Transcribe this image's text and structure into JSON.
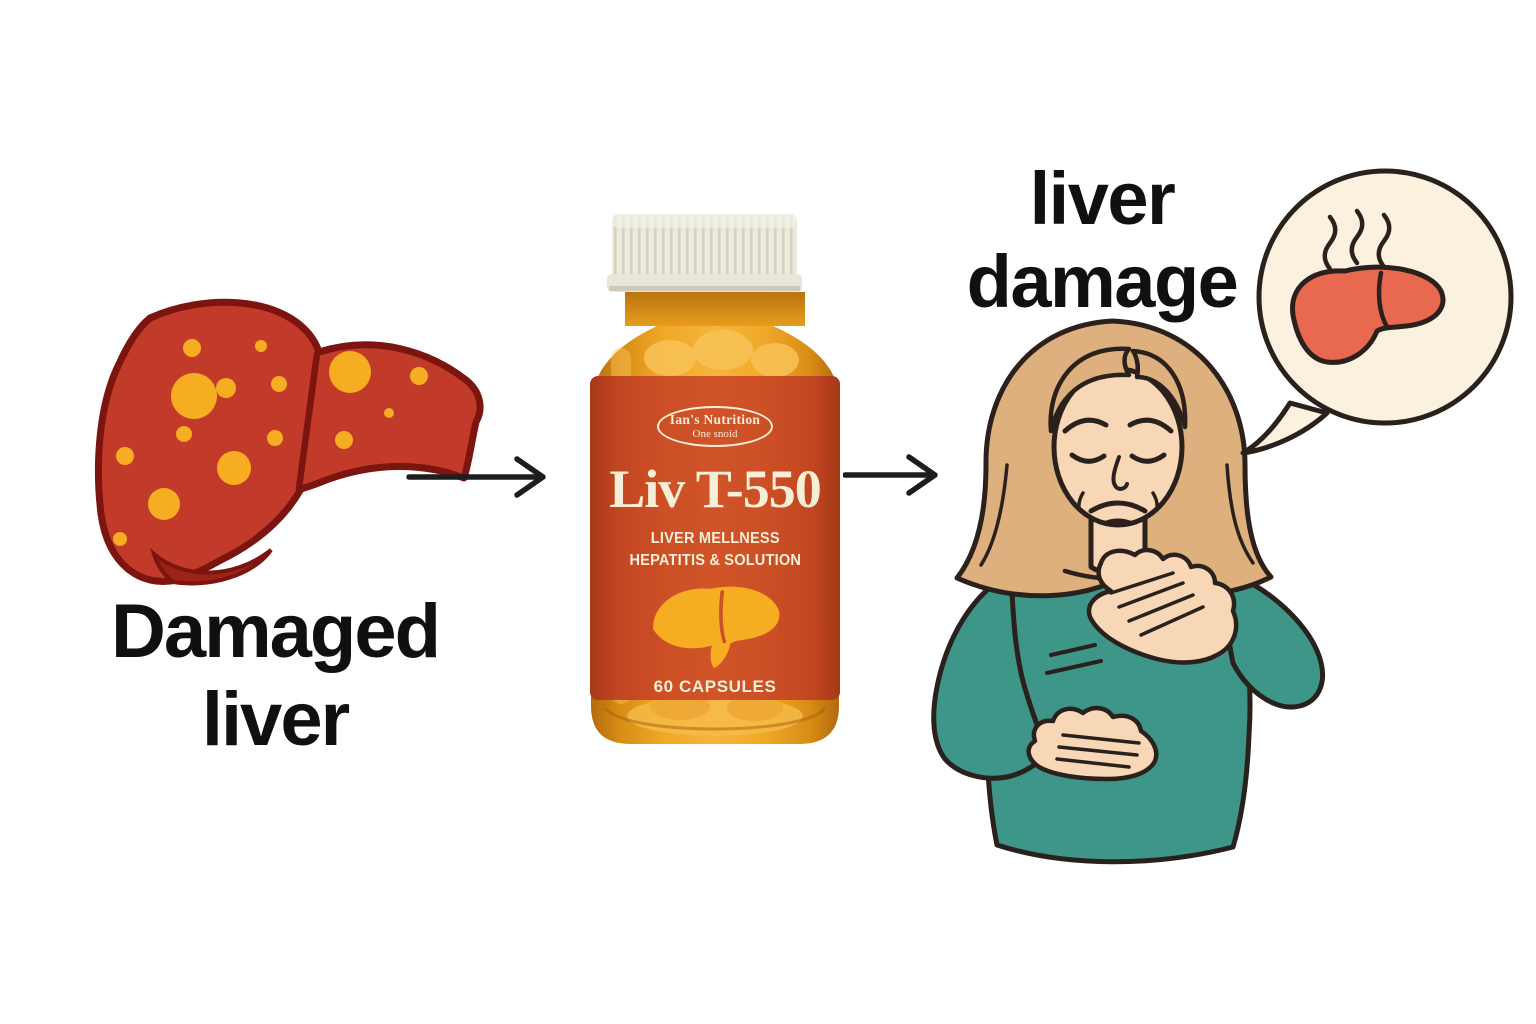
{
  "colors": {
    "heading": "#101010",
    "arrow": "#1d1d1d",
    "liver-red": "#c23a29",
    "liver-outline": "#7c150f",
    "liver-fold": "#9b2317",
    "spot-yellow": "#f6ad22",
    "label-red": "#cd5026",
    "label-cream": "#f7eed8",
    "bottle-amber": "#f0a928",
    "cap-cream": "#eceadd",
    "teal": "#3e9688",
    "skin": "#f8d7b6",
    "hair": "#ddb07d",
    "ink": "#2a211d",
    "bubble-cream": "#faf1df",
    "bubble-liver": "#e8694f"
  },
  "step_damaged_liver": {
    "caption": {
      "line1": "Damaged",
      "line2": "liver"
    }
  },
  "step_supplement": {
    "label": {
      "brand": "Ian's Nutrition",
      "brand_tagline": "One snoid",
      "product_name": "Liv T-550",
      "subtitle_line1": "LIVER MELLNESS",
      "subtitle_line2": "HEPATITIS & SOLUTION",
      "capsule_count": "60 CAPSULES"
    }
  },
  "step_liver_damage": {
    "heading": {
      "line1": "liver",
      "line2": "damage"
    }
  }
}
